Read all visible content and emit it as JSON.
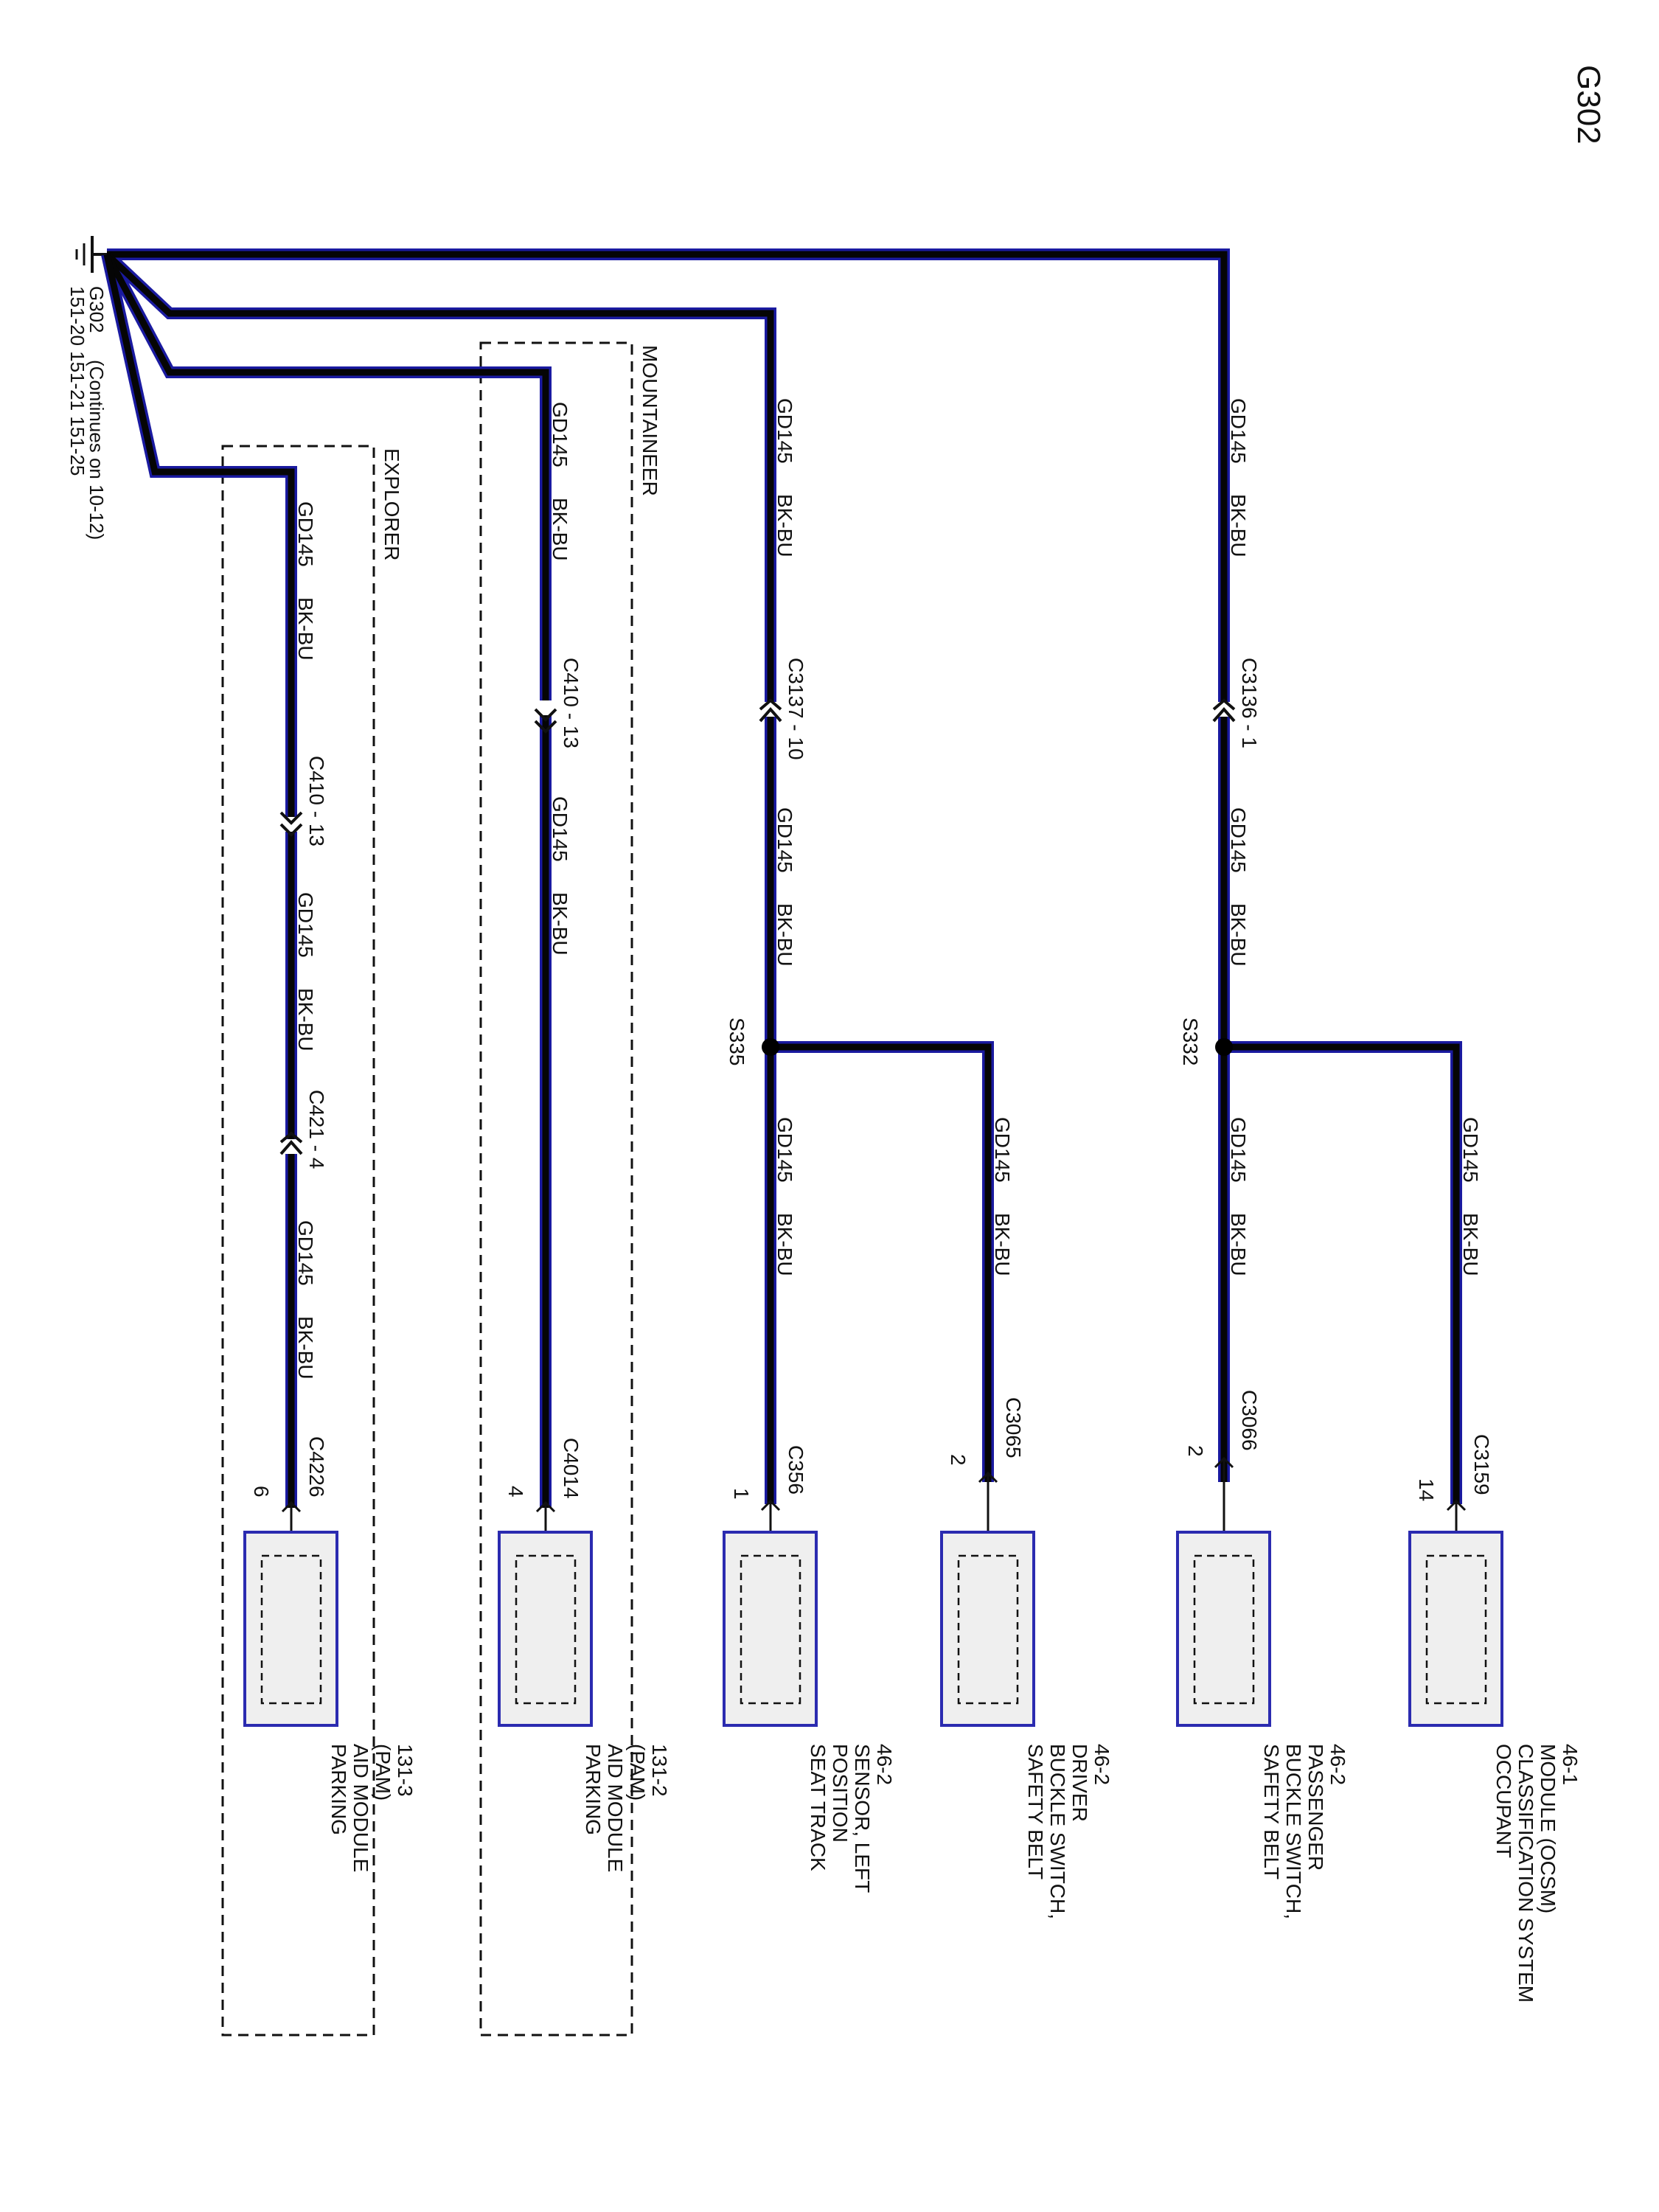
{
  "page_title": "G302",
  "ground": {
    "name": "G302",
    "note": "(Continues on 10-12)",
    "refs": "151-20  151-21  151-25"
  },
  "colors": {
    "wire_outer": "#1a1aa0",
    "wire_core": "#000000",
    "component_border": "#2b2bb0",
    "component_fill": "#efefef"
  },
  "wire_label": {
    "circuit": "GD145",
    "color": "BK-BU"
  },
  "option_boxes": [
    {
      "label": "MOUNTAINEER"
    },
    {
      "label": "EXPLORER"
    }
  ],
  "branches": [
    {
      "id": "ocsm",
      "inline_connector": "C3136 - 1",
      "splice": "S332",
      "end_connector": "C3066",
      "pin": "2",
      "component": [
        "SAFETY BELT",
        "BUCKLE SWITCH,",
        "PASSENGER",
        "46-2"
      ],
      "sub": {
        "end_connector": "C3159",
        "pin": "14",
        "component": [
          "OCCUPANT",
          "CLASSIFICATION SYSTEM",
          "MODULE (OCSM)",
          "46-1"
        ]
      }
    },
    {
      "id": "seat",
      "inline_connector": "C3137 - 10",
      "splice": "S335",
      "end_connector": "C356",
      "pin": "1",
      "component": [
        "SEAT TRACK",
        "POSITION",
        "SENSOR, LEFT",
        "46-2"
      ],
      "sub": {
        "end_connector": "C3065",
        "pin": "2",
        "component": [
          "SAFETY BELT",
          "BUCKLE SWITCH,",
          "DRIVER",
          "46-2"
        ]
      }
    },
    {
      "id": "mountaineer",
      "inline_connector": "C410 - 13",
      "end_connector": "C4014",
      "pin": "4",
      "component": [
        "PARKING",
        "AID MODULE",
        "(PAM)",
        "131-2"
      ]
    },
    {
      "id": "explorer",
      "inline_connector": "C410 - 13",
      "inline_connector2": "C421 - 4",
      "end_connector": "C4226",
      "pin": "6",
      "component": [
        "PARKING",
        "AID MODULE",
        "(PAM)",
        "131-3"
      ]
    }
  ]
}
